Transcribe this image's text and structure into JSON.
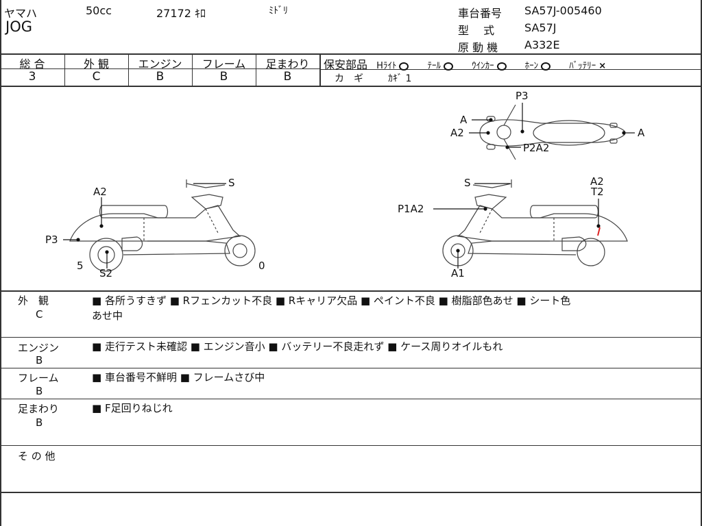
{
  "header": {
    "maker": "ヤマハ",
    "displacement": "50cc",
    "mileage": "27172 ｷﾛ",
    "color": "ﾐﾄﾞﾘ",
    "model": "JOG",
    "frame_no_label": "車台番号",
    "frame_no": "SA57J-005460",
    "type_label": "型　 式",
    "type_value": "SA57J",
    "engine_label": "原 動 機",
    "engine_value": "A332E"
  },
  "grades": {
    "headers": [
      "総 合",
      "外 観",
      "エンジン",
      "フレーム",
      "足まわり"
    ],
    "values": [
      "3",
      "C",
      "B",
      "B",
      "B"
    ]
  },
  "safety": {
    "title": "保安部品",
    "items": [
      {
        "label": "Hﾗｲﾄ",
        "mark": "circle"
      },
      {
        "label": "ﾃｰﾙ",
        "mark": "circle"
      },
      {
        "label": "ｳｲﾝｶｰ",
        "mark": "circle"
      },
      {
        "label": "ﾎｰﾝ",
        "mark": "circle"
      },
      {
        "label": "ﾊﾞｯﾃﾘｰ",
        "mark": "x"
      }
    ],
    "key_label": "カ　ギ",
    "key_value": "ｶｷﾞ 1"
  },
  "diagram": {
    "top_labels": [
      "P3",
      "A",
      "A2",
      "A",
      "P2A2"
    ],
    "left_labels": [
      "A2",
      "P3",
      "5",
      "S2",
      "0",
      "S"
    ],
    "right_labels": [
      "S",
      "P1A2",
      "A1",
      "A2",
      "T2"
    ]
  },
  "remarks": [
    {
      "title": "外　観",
      "grade": "C",
      "lines": [
        "■ 各所うすきず ■ Rフェンカット不良 ■ Rキャリア欠品 ■ ペイント不良 ■ 樹脂部色あせ ■ シート色",
        "あせ中"
      ]
    },
    {
      "title": "エンジン",
      "grade": "B",
      "lines": [
        "■ 走行テスト未確認 ■ エンジン音小 ■ バッテリー不良走れず ■ ケース周りオイルもれ"
      ]
    },
    {
      "title": "フレーム",
      "grade": "B",
      "lines": [
        "■ 車台番号不鮮明 ■ フレームさび中"
      ]
    },
    {
      "title": "足まわり",
      "grade": "B",
      "lines": [
        "■ F足回りねじれ"
      ]
    },
    {
      "title": "そ の 他",
      "grade": "",
      "lines": []
    }
  ]
}
